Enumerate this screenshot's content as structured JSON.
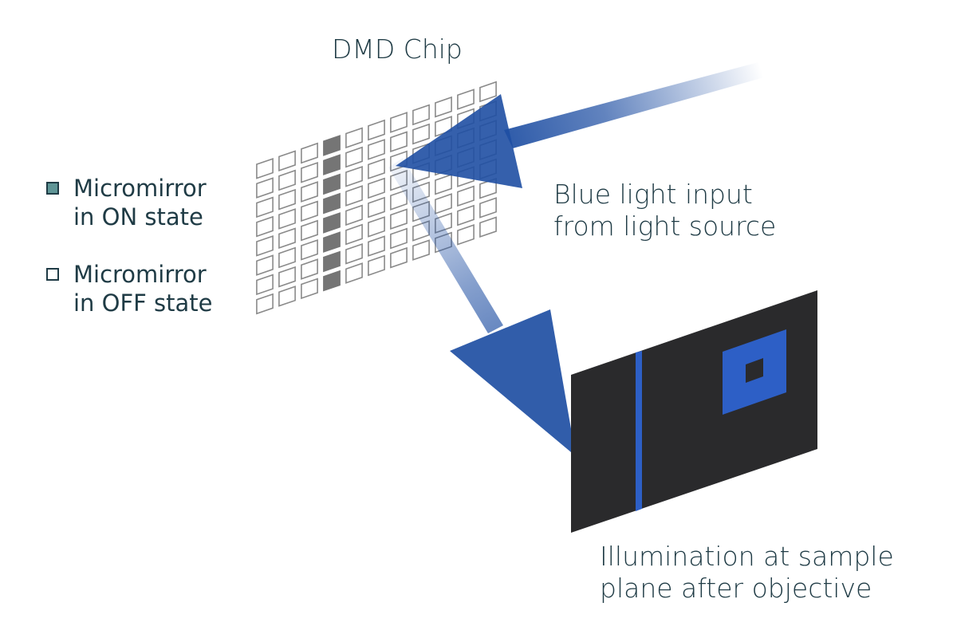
{
  "title": "DMD Chip",
  "input_label": [
    "Blue light input",
    "from light source"
  ],
  "output_label": [
    "Illumination at sample",
    "plane after objective"
  ],
  "legend": {
    "on": {
      "line1": "Micromirror",
      "line2": "in ON state",
      "color": "#5f9596"
    },
    "off": {
      "line1": "Micromirror",
      "line2": "in OFF state",
      "color": "#ffffff"
    }
  },
  "colors": {
    "text": "#1f3b45",
    "arrow_blue": "#1f4fa3",
    "sample_plane": "#2a2a2c",
    "pattern_blue": "#2d5fc6",
    "mirror_on": "#757575",
    "mirror_off_border": "#8a8a8a"
  },
  "dmd": {
    "rows": 8,
    "cols": 11,
    "on_col": 3
  }
}
